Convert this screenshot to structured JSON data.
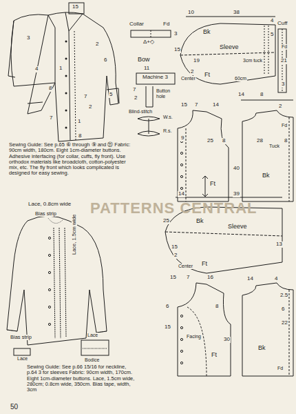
{
  "diagram": {
    "labels": [
      "15",
      "3",
      "2",
      "6",
      "4",
      "1",
      "8",
      "7",
      "5",
      "2",
      "7",
      "1",
      "8",
      "Collar",
      "Fd",
      "3",
      "Δ+◇",
      "Bow",
      "11",
      "Machine 3",
      "7",
      "2",
      "Button hole",
      "Blind-stitch",
      "W.s.",
      "R.s.",
      "Sewing Guide: See p.65 ⑥ through ⑨ and ⑪ Fabric: 90cm width, 180cm. Eight 1cm-diameter buttons. Adhesive interfacing (for collar, cuffs, fly front). Use orthodox materials like broadcloth, cotton-polyester mix, etc. The fly front which looks complicated is designed for easy sewing.",
      "10",
      "38",
      "Bk",
      "15",
      "19",
      "Sleeve",
      "3cm tuck",
      "4",
      "5",
      "2",
      "Center",
      "Ft",
      "60cm",
      "Cuff",
      "Fd",
      "21",
      "3",
      "14",
      "8",
      "15",
      "7",
      "14",
      "2",
      "Fd",
      "Tuck",
      "9",
      "25",
      "8",
      "28",
      "8",
      "Ft",
      "40",
      "Bk",
      "Lace, 0.8cm wide",
      "Bias strip",
      "Lace, 1.5cm wide",
      "Bias strip",
      "Lace",
      "Lace",
      "Bodice",
      "Sewing Guide: See p.66 15/16 for neckline, p.64 3 for sleeves Fabric: 90cm width, 170cm. Eight 1cm-diameter buttons. Lace, 1.5cm wide, 280cm; 0.8cm wide, 350cm. Bias tape, width, 3cm",
      "14",
      "39",
      "25",
      "15",
      "Bk",
      "Sleeve",
      "13",
      "2",
      "Center",
      "Ft",
      "15",
      "7",
      "16",
      "14",
      "4",
      "2.5",
      "6",
      "8",
      "6",
      "22",
      "Facing",
      "Ft",
      "30",
      "Bk",
      "Fd",
      "15",
      "PATTERNS CENTRAL",
      "50"
    ]
  }
}
